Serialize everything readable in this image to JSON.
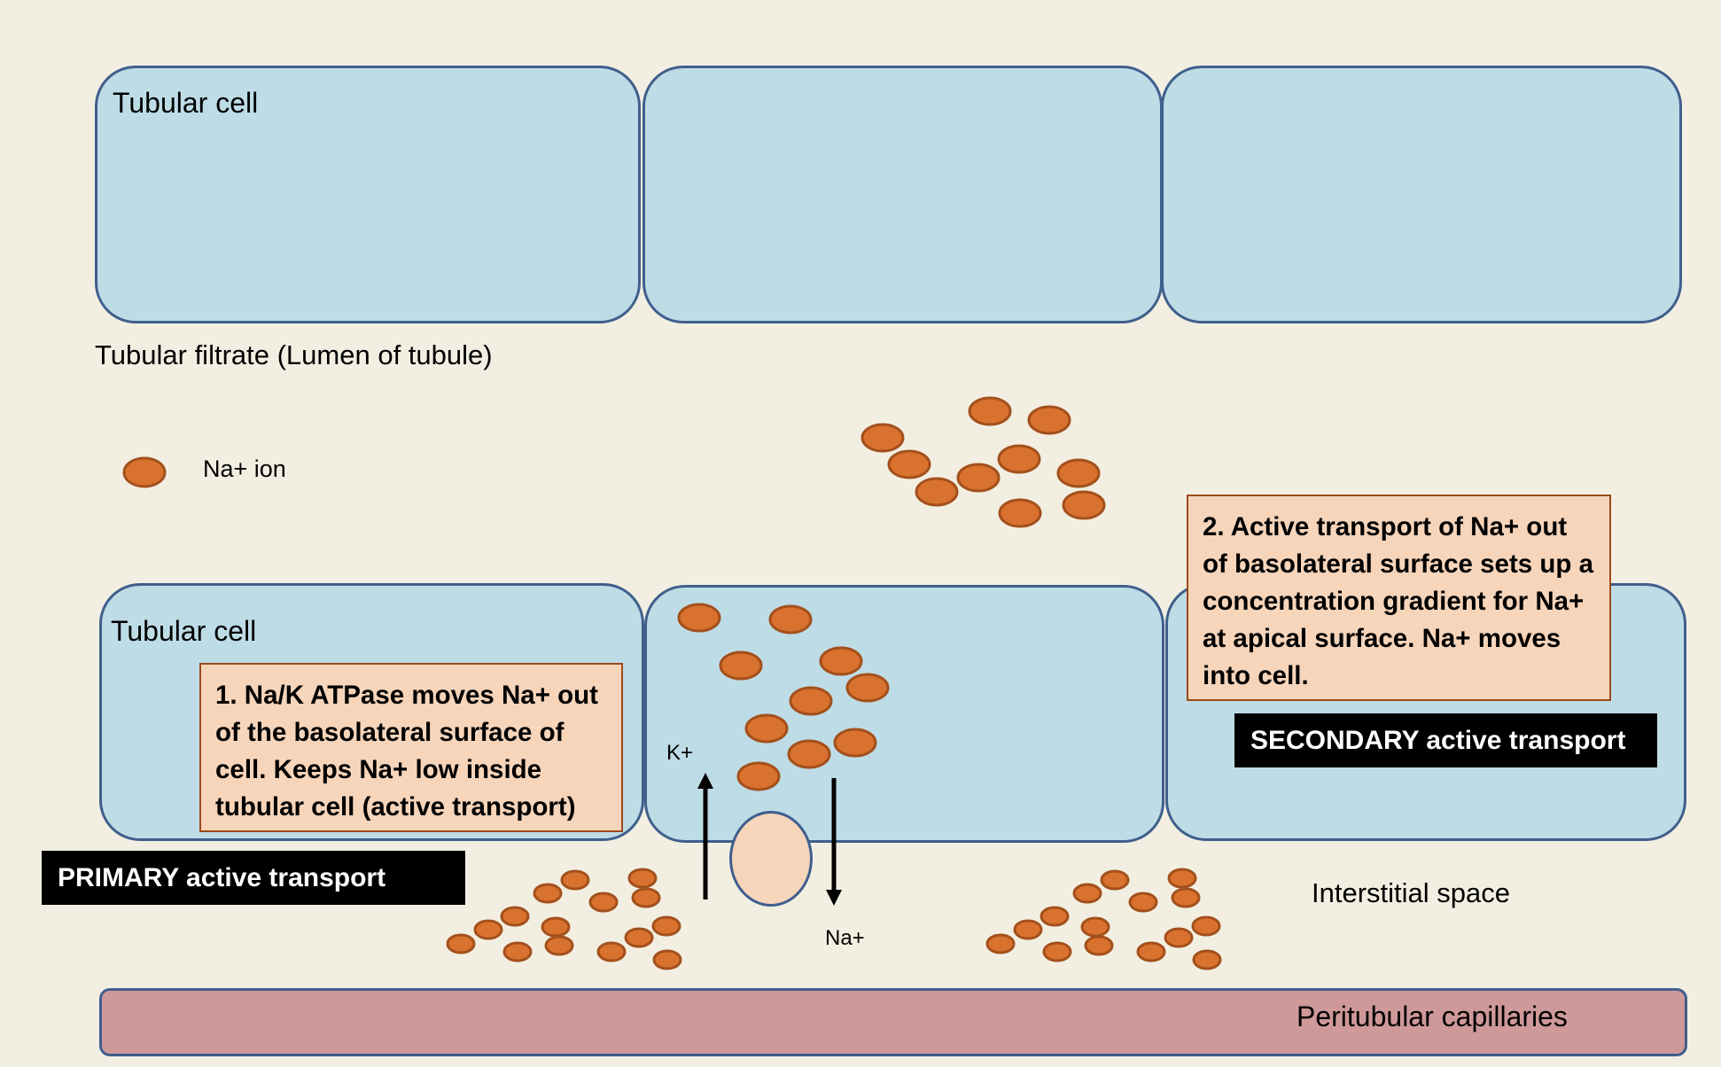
{
  "labels": {
    "top_cell": "Tubular cell",
    "filtrate": "Tubular filtrate (Lumen of tubule)",
    "legend_na": "Na+ ion",
    "bottom_cell": "Tubular cell",
    "k_plus": "K+",
    "na_plus": "Na+",
    "interstitial": "Interstitial space",
    "capillaries": "Peritubular capillaries"
  },
  "callouts": {
    "primary_text": "1. Na/K ATPase moves Na+ out of the basolateral surface of cell. Keeps Na+ low inside tubular cell (active transport)",
    "secondary_text": "2. Active transport of Na+ out of basolateral surface sets up a concentration gradient for Na+ at apical surface. Na+ moves into cell."
  },
  "tags": {
    "primary": "PRIMARY active transport",
    "secondary": "SECONDARY active transport"
  },
  "colors": {
    "cell_fill": "#bedce6",
    "cell_border": "#3f5f8c",
    "ion_fill": "#d9722f",
    "ion_border": "#a3501c",
    "callout_fill": "#f6d5bb",
    "capillary_fill": "#cf9999",
    "background": "#f2efe2"
  }
}
